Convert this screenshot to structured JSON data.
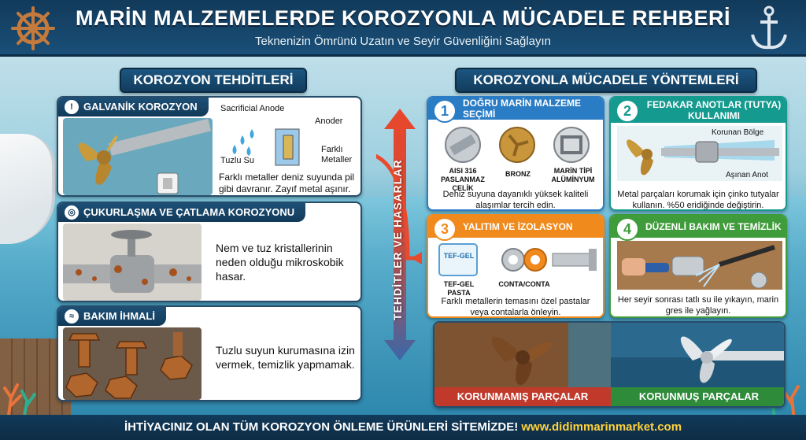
{
  "header": {
    "title": "MARİN MALZEMELERDE KOROZYONLA MÜCADELE REHBERİ",
    "subtitle": "Teknenizin Ömrünü Uzatın ve Seyir Güvenliğini Sağlayın"
  },
  "threats": {
    "heading": "KOROZYON TEHDİTLERİ",
    "galvanic": {
      "title": "GALVANİK KOROZYON",
      "label_anode": "Sacrificial Anode",
      "label_anoder": "Anoder",
      "label_salt": "Tuzlu Su",
      "label_metals": "Farklı\nMetaller",
      "text": "Farklı metaller deniz suyunda pil gibi davranır. Zayıf metal aşınır."
    },
    "pitting": {
      "title": "ÇUKURLAŞMA VE ÇATLAMA KOROZYONU",
      "text": "Nem ve tuz kristallerinin neden olduğu mikroskobik hasar."
    },
    "neglect": {
      "title": "BAKIM İHMALİ",
      "text": "Tuzlu suyun kurumasına izin vermek, temizlik yapmamak."
    }
  },
  "arrow_text": "TEHDİTLER VE HASARLAR",
  "methods": {
    "heading": "KOROZYONLA MÜCADELE YÖNTEMLERİ",
    "m1": {
      "num": "1",
      "title": "DOĞRU MARİN MALZEME SEÇİMİ",
      "mat1": "AISI 316\nPASLANMAZ ÇELİK",
      "mat2": "BRONZ",
      "mat3": "MARİN TİPİ\nALÜMİNYUM",
      "text": "Deniz suyuna dayanıklı yüksek kaliteli alaşımlar tercih edin."
    },
    "m2": {
      "num": "2",
      "title": "FEDAKAR ANOTLAR (TUTYA) KULLANIMI",
      "label_protected": "Korunan Bölge",
      "label_worn": "Aşınan Anot",
      "text": "Metal parçaları korumak için çinko tutyalar kullanın. %50 eridiğinde değiştirin."
    },
    "m3": {
      "num": "3",
      "title": "YALITIM VE İZOLASYON",
      "tube_label": "TEF-GEL",
      "paste_label": "TEF-GEL\nPASTA",
      "gasket_label": "CONTA/CONTA",
      "text": "Farklı metallerin temasını özel pastalar veya contalarla önleyin."
    },
    "m4": {
      "num": "4",
      "title": "DÜZENLİ BAKIM VE TEMİZLİK",
      "text": "Her seyir sonrası tatlı su ile yıkayın, marin gres ile yağlayın."
    }
  },
  "compare": {
    "left": "KORUNMAMIŞ PARÇALAR",
    "right": "KORUNMUŞ PARÇALAR"
  },
  "footer": {
    "text": "İHTİYACINIZ OLAN TÜM KOROZYON ÖNLEME ÜRÜNLERİ SİTEMİZDE!",
    "url": "www.didimmarinmarket.com"
  },
  "colors": {
    "navy": "#123a59",
    "m1": "#2a7cc4",
    "m2": "#159a8f",
    "m3": "#f08a1c",
    "m4": "#3f9c3a",
    "cmp_left": "#c0392b",
    "cmp_right": "#2e8b3a"
  }
}
